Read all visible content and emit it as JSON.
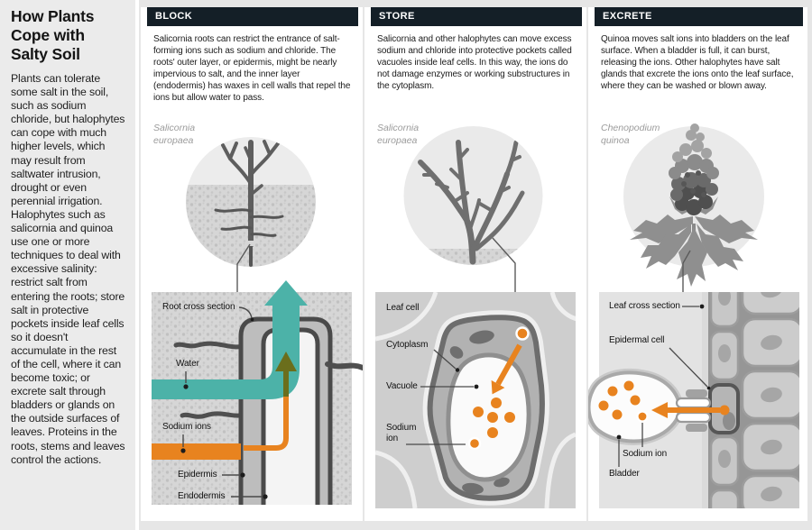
{
  "sidebar": {
    "title": "How Plants Cope with Salty Soil",
    "body": "Plants can tolerate some salt in the soil, such as sodium chloride, but halophytes can cope with much higher levels, which may result from saltwater intrusion, drought or even perennial irrigation. Halophytes such as salicornia and quinoa use one or more techniques to deal with excessive salinity: restrict salt from entering the roots; store salt in protective pockets inside leaf cells so it doesn't accumulate in the rest of the cell, where it can become toxic; or excrete salt through bladders or glands on the outside surfaces of leaves. Proteins in the roots, stems and leaves control the actions."
  },
  "panels": [
    {
      "header": "BLOCK",
      "body": "Salicornia roots can restrict the entrance of salt-forming ions such as sodium and chloride. The roots' outer layer, or epidermis, might be nearly impervious to salt, and the inner layer (endodermis) has waxes in cell walls that repel the ions but allow water to pass.",
      "species": "Salicornia europaea",
      "labels": {
        "root_cross_section": "Root cross section",
        "water": "Water",
        "sodium_ions": "Sodium ions",
        "epidermis": "Epidermis",
        "endodermis": "Endodermis"
      }
    },
    {
      "header": "STORE",
      "body": "Salicornia and other halophytes can move excess sodium and chloride into protective pockets called vacuoles inside leaf cells. In this way, the ions do not damage enzymes or working substructures in the cytoplasm.",
      "species": "Salicornia europaea",
      "labels": {
        "leaf_cell": "Leaf cell",
        "cytoplasm": "Cytoplasm",
        "vacuole": "Vacuole",
        "sodium_ion": "Sodium ion"
      }
    },
    {
      "header": "EXCRETE",
      "body": "Quinoa moves salt ions into bladders on the leaf surface. When a bladder is full, it can burst, releasing the ions. Other halophytes have salt glands that excrete the ions onto the leaf surface, where they can be washed or blown away.",
      "species": "Chenopodium quinoa",
      "labels": {
        "leaf_cross_section": "Leaf cross section",
        "epidermal_cell": "Epidermal cell",
        "sodium_ion": "Sodium ion",
        "bladder": "Bladder"
      }
    }
  ],
  "colors": {
    "header_bar": "#141f27",
    "water_teal": "#4cb2a8",
    "ion_orange": "#e8831f",
    "mixed_olive": "#6b6e1c"
  }
}
